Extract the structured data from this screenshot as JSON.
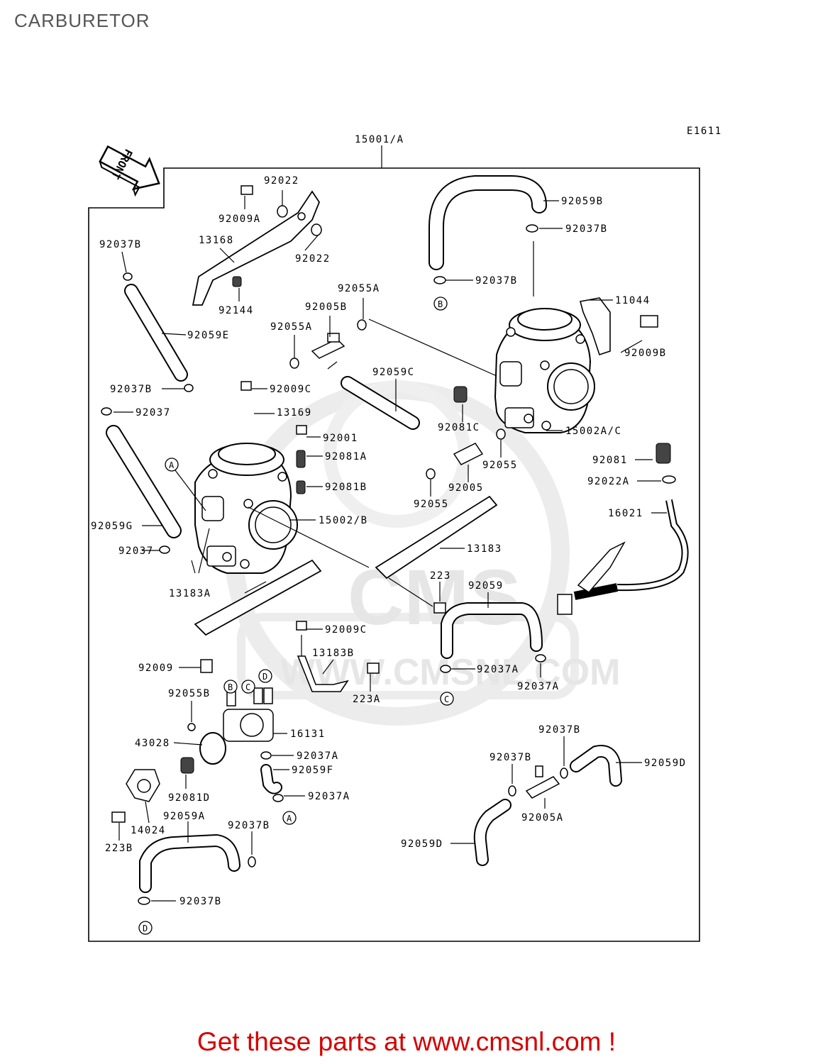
{
  "page_title": "CARBURETOR",
  "diagram_code": "E1611",
  "front_arrow_label": "FRONT",
  "watermark": {
    "brand": "CMS",
    "url": "WWW.CMSNL.COM"
  },
  "footer_text": "Get these parts at www.cmsnl.com !",
  "part_labels": {
    "p15001A": "15001/A",
    "p92022_top": "92022",
    "p92009A": "92009A",
    "p92022_mid": "92022",
    "p13168": "13168",
    "p92144": "92144",
    "p92037B_l1": "92037B",
    "p92059E": "92059E",
    "p92037B_l2": "92037B",
    "p92037_l1": "92037",
    "p92059G": "92059G",
    "p92037_l2": "92037",
    "p92059B": "92059B",
    "p92037B_r1": "92037B",
    "p92037B_r2": "92037B",
    "p11044": "11044",
    "p92009B": "92009B",
    "p92055A_1": "92055A",
    "p92005B": "92005B",
    "p92055A_2": "92055A",
    "p92059C": "92059C",
    "p92009C_1": "92009C",
    "p13169": "13169",
    "p92001": "92001",
    "p92081A": "92081A",
    "p92081B": "92081B",
    "p15002B": "15002/B",
    "p92081C": "92081C",
    "p15002AC": "15002A/C",
    "p92055_1": "92055",
    "p92005": "92005",
    "p92055_2": "92055",
    "p92081": "92081",
    "p92022A": "92022A",
    "p16021": "16021",
    "p13183": "13183",
    "p223": "223",
    "p92059": "92059",
    "p13183A": "13183A",
    "p92009C_2": "92009C",
    "p13183B": "13183B",
    "p92009": "92009",
    "p223A": "223A",
    "p92037A_1": "92037A",
    "p92037A_2": "92037A",
    "p92055B": "92055B",
    "p16131": "16131",
    "p43028": "43028",
    "p92037A_3": "92037A",
    "p92059F": "92059F",
    "p92081D": "92081D",
    "p92037A_4": "92037A",
    "p14024": "14024",
    "p223B": "223B",
    "p92059A": "92059A",
    "p92037B_b1": "92037B",
    "p92037B_b2": "92037B",
    "p92037B_b3": "92037B",
    "p92037B_b4": "92037B",
    "p92059D_1": "92059D",
    "p92005A": "92005A",
    "p92059D_2": "92059D"
  },
  "ref_markers": {
    "A1": "A",
    "A2": "A",
    "B1": "B",
    "B2": "B",
    "C1": "C",
    "C2": "C",
    "D1": "D",
    "D2": "D"
  }
}
